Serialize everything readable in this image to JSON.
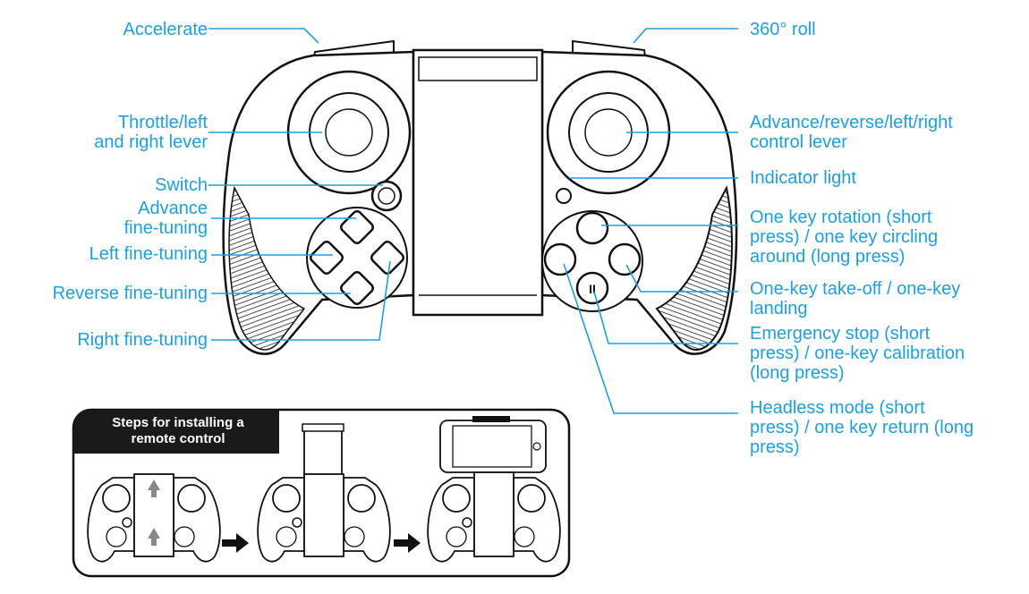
{
  "labels": {
    "accelerate": [
      "Accelerate"
    ],
    "roll": [
      "360° roll"
    ],
    "throttle": [
      "Throttle/left",
      "and right lever"
    ],
    "advance_lever": [
      "Advance/reverse/left/right",
      "control lever"
    ],
    "switch": [
      "Switch"
    ],
    "indicator": [
      "Indicator light"
    ],
    "advance_fine": [
      "Advance",
      "fine-tuning"
    ],
    "left_fine": [
      "Left fine-tuning"
    ],
    "reverse_fine": [
      "Reverse fine-tuning"
    ],
    "right_fine": [
      "Right fine-tuning"
    ],
    "rotation": [
      "One key rotation (short",
      "press) / one key circling",
      "around (long press)"
    ],
    "takeoff": [
      "One-key take-off / one-key",
      "landing"
    ],
    "emergency": [
      "Emergency stop (short",
      "press) / one-key calibration",
      "(long press)"
    ],
    "headless": [
      "Headless mode (short",
      "press) / one key return (long",
      "press)"
    ]
  },
  "steps": {
    "title": [
      "Steps for installing a",
      "remote control"
    ]
  },
  "colors": {
    "label": "#1da0e0",
    "line": "#1da0e0",
    "outline": "#111111",
    "dark": "#1a1a1a"
  }
}
